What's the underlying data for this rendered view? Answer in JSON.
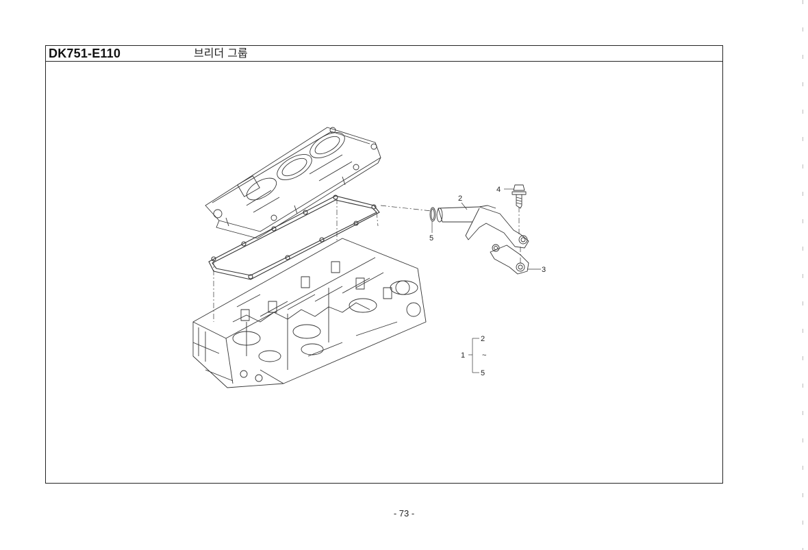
{
  "header": {
    "code": "DK751-E110",
    "title": "브리더 그룹"
  },
  "callouts": {
    "part_2": "2",
    "part_3": "3",
    "part_4": "4",
    "part_5": "5",
    "assembly_1": "1",
    "assembly_top": "2",
    "assembly_mid": "~",
    "assembly_bottom": "5"
  },
  "footer": {
    "page_number": "- 73 -"
  }
}
